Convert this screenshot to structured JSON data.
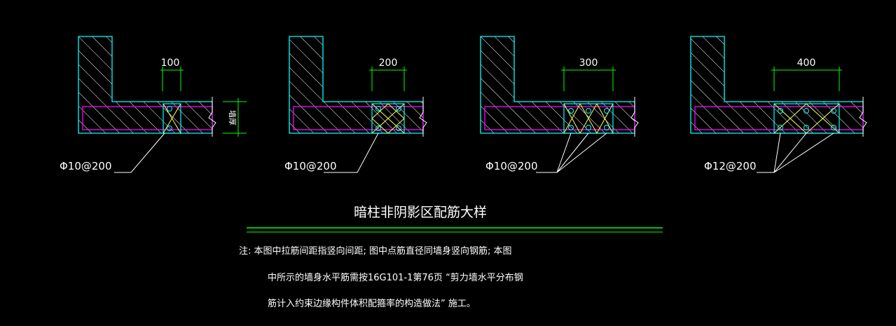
{
  "details": [
    {
      "dimension": "100",
      "rebar": "Φ10@200",
      "wall_label": "墙厚"
    },
    {
      "dimension": "200",
      "rebar": "Φ10@200"
    },
    {
      "dimension": "300",
      "rebar": "Φ10@200"
    },
    {
      "dimension": "400",
      "rebar": "Φ12@200"
    }
  ],
  "title": "暗柱非阴影区配筋大样",
  "note": {
    "line1": "注: 本图中拉筋间距指竖向间距; 图中点筋直径同墙身竖向钢筋; 本图",
    "line2": "中所示的墙身水平筋需按16G101-1第76页 “剪力墙水平分布钢",
    "line3": "筋计入约束边缘构件体积配箍率的构造做法” 施工。"
  },
  "colors": {
    "outline": "#00ffff",
    "hatch": "#ffffff",
    "magenta_rebar": "#ff00ff",
    "dimension": "#00ff00",
    "ties": "#ffff66",
    "bars": "#00ffff",
    "title_line": "#00ff00"
  }
}
